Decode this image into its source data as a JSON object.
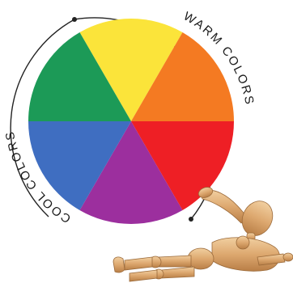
{
  "labels": {
    "warm": "WARM COLORS",
    "cool": "COOL COLORS"
  },
  "wheel": {
    "segments": [
      {
        "name": "yellow",
        "color": "#FBE43A"
      },
      {
        "name": "orange",
        "color": "#F47A22"
      },
      {
        "name": "red",
        "color": "#EE1F25"
      },
      {
        "name": "purple",
        "color": "#9C2F9E"
      },
      {
        "name": "blue",
        "color": "#3F6EC1"
      },
      {
        "name": "green",
        "color": "#1C9A57"
      }
    ]
  },
  "colors": {
    "ring": "#222222",
    "mannequin_wood": "#E0B27E"
  },
  "figure": {
    "description_icon": "wooden-mannequin-icon"
  }
}
